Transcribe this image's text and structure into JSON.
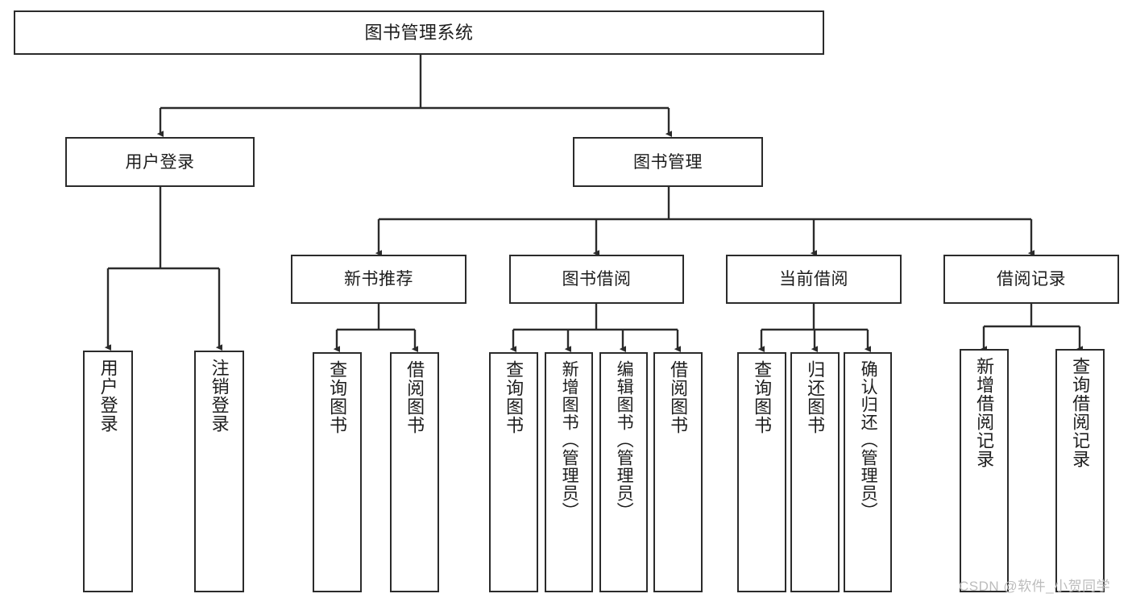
{
  "diagram": {
    "title": "图书管理系统",
    "type": "tree-hierarchy",
    "orientation": "top-down",
    "colors": {
      "box_border": "#2b2b2b",
      "box_fill": "#ffffff",
      "connector": "#2b2b2b",
      "text": "#1d1d1d",
      "watermark": "#bcbcbc",
      "background": "#ffffff"
    },
    "root": {
      "label": "图书管理系统"
    },
    "level2": [
      {
        "id": "user-login",
        "label": "用户登录"
      },
      {
        "id": "book-management",
        "label": "图书管理"
      }
    ],
    "level3": [
      {
        "id": "new-book-recommend",
        "label": "新书推荐"
      },
      {
        "id": "book-borrow",
        "label": "图书借阅"
      },
      {
        "id": "current-borrow",
        "label": "当前借阅"
      },
      {
        "id": "borrow-record",
        "label": "借阅记录"
      }
    ],
    "leaves": {
      "user_login": [
        {
          "id": "leaf-user-login",
          "label": "用户登录"
        },
        {
          "id": "leaf-logout-login",
          "label": "注销登录"
        }
      ],
      "new_book_recommend": [
        {
          "id": "leaf-query-book-1",
          "label": "查询图书"
        },
        {
          "id": "leaf-borrow-book-1",
          "label": "借阅图书"
        }
      ],
      "book_borrow": [
        {
          "id": "leaf-query-book-2",
          "label": "查询图书"
        },
        {
          "id": "leaf-add-book-admin",
          "label": "新增图书（管理员）"
        },
        {
          "id": "leaf-edit-book-admin",
          "label": "编辑图书（管理员）"
        },
        {
          "id": "leaf-borrow-book-2",
          "label": "借阅图书"
        }
      ],
      "current_borrow": [
        {
          "id": "leaf-query-book-3",
          "label": "查询图书"
        },
        {
          "id": "leaf-return-book",
          "label": "归还图书"
        },
        {
          "id": "leaf-confirm-return-admin",
          "label": "确认归还（管理员）"
        }
      ],
      "borrow_record": [
        {
          "id": "leaf-add-borrow-record",
          "label": "新增借阅记录"
        },
        {
          "id": "leaf-query-borrow-record",
          "label": "查询借阅记录"
        }
      ]
    },
    "watermark": "CSDN @软件_小贺同学"
  }
}
